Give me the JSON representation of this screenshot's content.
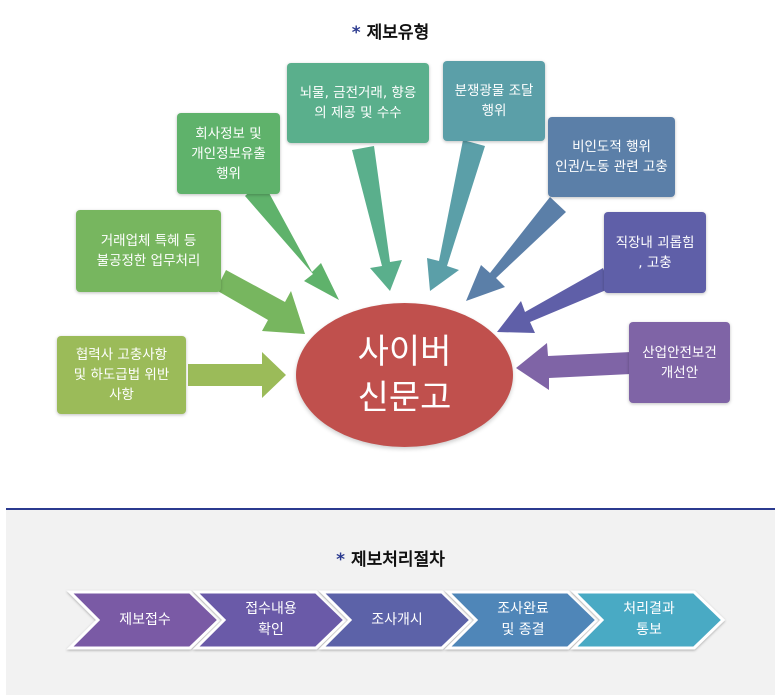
{
  "section1": {
    "star": "*",
    "title": "제보유형",
    "center_line1": "사이버",
    "center_line2": "신문고",
    "boxes": [
      {
        "line1": "협력사 고충사항",
        "line2": "및 하도급법 위반",
        "line3": "사항",
        "color": "#9bbb59"
      },
      {
        "line1": "거래업체 특혜 등",
        "line2": "불공정한 업무처리",
        "color": "#77b65f"
      },
      {
        "line1": "회사정보 및",
        "line2": "개인정보유출",
        "line3": "행위",
        "color": "#5fb26b"
      },
      {
        "line1": "뇌물, 금전거래, 향응",
        "line2": "의 제공 및 수수",
        "color": "#5aaf8c"
      },
      {
        "line1": "분쟁광물 조달",
        "line2": "행위",
        "color": "#5b9fa8"
      },
      {
        "line1": "비인도적 행위",
        "line2": "인권/노동 관련 고충",
        "color": "#5b7fa8"
      },
      {
        "line1": "직장내 괴롭힘",
        "line2": ", 고충",
        "color": "#5f5fa8"
      },
      {
        "line1": "산업안전보건",
        "line2": "개선안",
        "color": "#7f64a6"
      }
    ]
  },
  "section2": {
    "star": "*",
    "title": "제보처리절차",
    "steps": [
      {
        "line1": "제보접수",
        "color": "#7a5aa5"
      },
      {
        "line1": "접수내용",
        "line2": "확인",
        "color": "#6a5aa8"
      },
      {
        "line1": "조사개시",
        "color": "#5b62a8"
      },
      {
        "line1": "조사완료",
        "line2": "및 종결",
        "color": "#4f86b8"
      },
      {
        "line1": "처리결과",
        "line2": "통보",
        "color": "#4aaac4"
      }
    ]
  }
}
